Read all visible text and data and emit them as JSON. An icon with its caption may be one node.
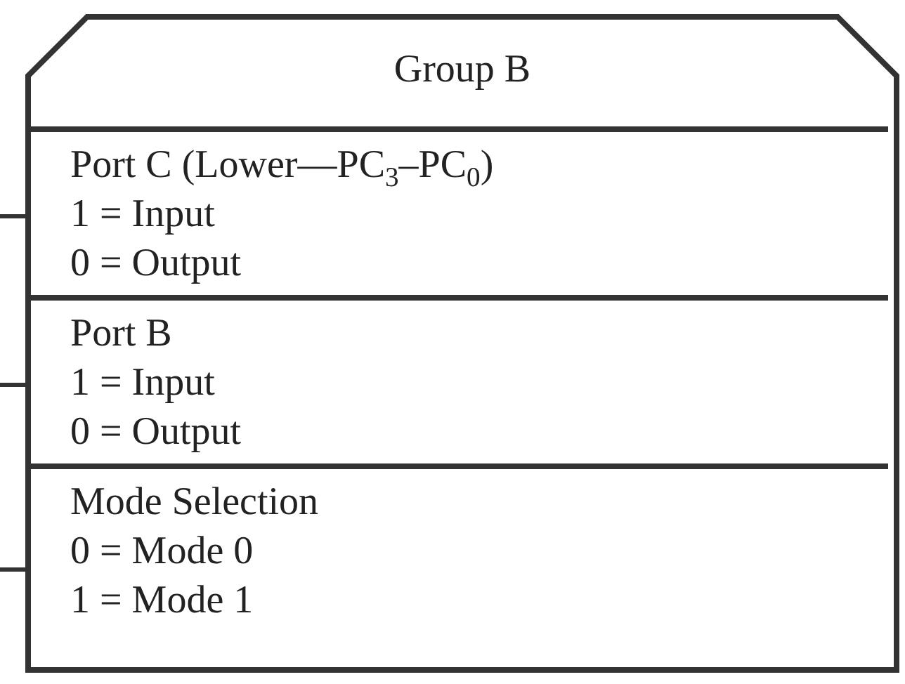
{
  "diagram": {
    "nodes": [
      {
        "text": [
          "Group B"
        ]
      },
      {
        "text": [
          "Port C (Lower—PC$_{3}$–PC$_{0}$)",
          "1 = Input",
          "0 = Output"
        ],
        "in": 0
      },
      {
        "text": [
          "Port B",
          "1 = Input",
          "0 = Output"
        ],
        "in": 0
      },
      {
        "text": [
          "Mode Selection",
          "0 = Mode 0",
          "1 = Mode 1"
        ],
        "in": 0
      }
    ],
    "edges": [
      {
        "from": null,
        "to": 1,
        "arrow": "none"
      },
      {
        "from": null,
        "to": 2,
        "arrow": "none"
      },
      {
        "from": null,
        "to": 3,
        "arrow": "none"
      }
    ]
  }
}
